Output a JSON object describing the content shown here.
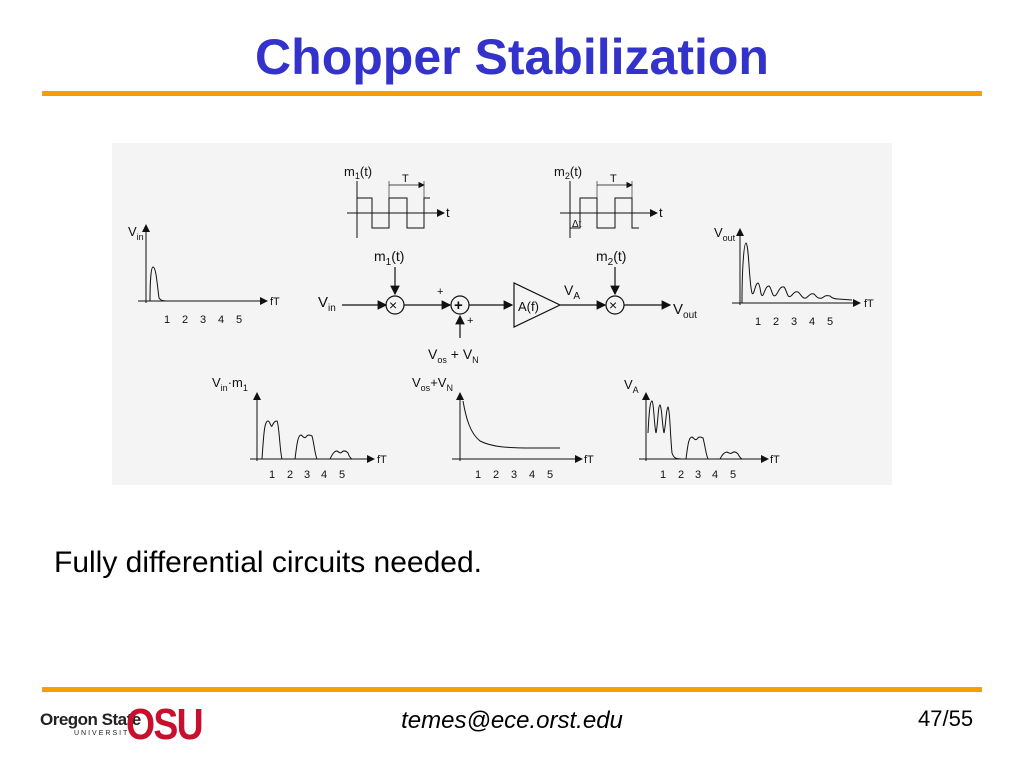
{
  "slide": {
    "title": "Chopper Stabilization",
    "body_text": "Fully differential circuits needed.",
    "footer_email": "temes@ece.orst.edu",
    "page_number": "47/55",
    "logo": {
      "wordmark": "Oregon State",
      "subtext": "UNIVERSITY",
      "monogram": "OSU"
    }
  },
  "diagram": {
    "nodes": {
      "vin": "V",
      "vin_sub": "in",
      "mult1": "×",
      "sum": "+",
      "sum_plus_top": "+",
      "sum_plus_bottom": "+",
      "amp": "A(f)",
      "va": "V",
      "va_sub": "A",
      "mult2": "×",
      "vout": "V",
      "vout_sub": "out",
      "m1_label": "m",
      "m1_sub": "1",
      "m1_arg": "(t)",
      "m2_label": "m",
      "m2_sub": "2",
      "m2_arg": "(t)",
      "noise_a": "V",
      "noise_a_sub": "os",
      "noise_plus": " + V",
      "noise_b_sub": "N"
    },
    "waveforms": {
      "m1": {
        "label": "m",
        "sub": "1",
        "arg": "(t)",
        "period": "T",
        "axis": "t"
      },
      "m2": {
        "label": "m",
        "sub": "2",
        "arg": "(t)",
        "period": "T",
        "axis": "t",
        "delay": "Δt"
      }
    },
    "spectra": {
      "vin": {
        "label": "V",
        "sub": "in",
        "axis": "fT",
        "ticks": [
          "1",
          "2",
          "3",
          "4",
          "5"
        ]
      },
      "vout": {
        "label": "V",
        "sub": "out",
        "axis": "fT",
        "ticks": [
          "1",
          "2",
          "3",
          "4",
          "5"
        ]
      },
      "vinm1": {
        "label": "V",
        "sub": "in",
        "mid": "·m",
        "sub2": "1",
        "axis": "fT",
        "ticks": [
          "1",
          "2",
          "3",
          "4",
          "5"
        ]
      },
      "vosvn": {
        "label": "V",
        "sub": "os",
        "mid": "+V",
        "sub2": "N",
        "axis": "fT",
        "ticks": [
          "1",
          "2",
          "3",
          "4",
          "5"
        ]
      },
      "va": {
        "label": "V",
        "sub": "A",
        "axis": "fT",
        "ticks": [
          "1",
          "2",
          "3",
          "4",
          "5"
        ]
      }
    }
  }
}
